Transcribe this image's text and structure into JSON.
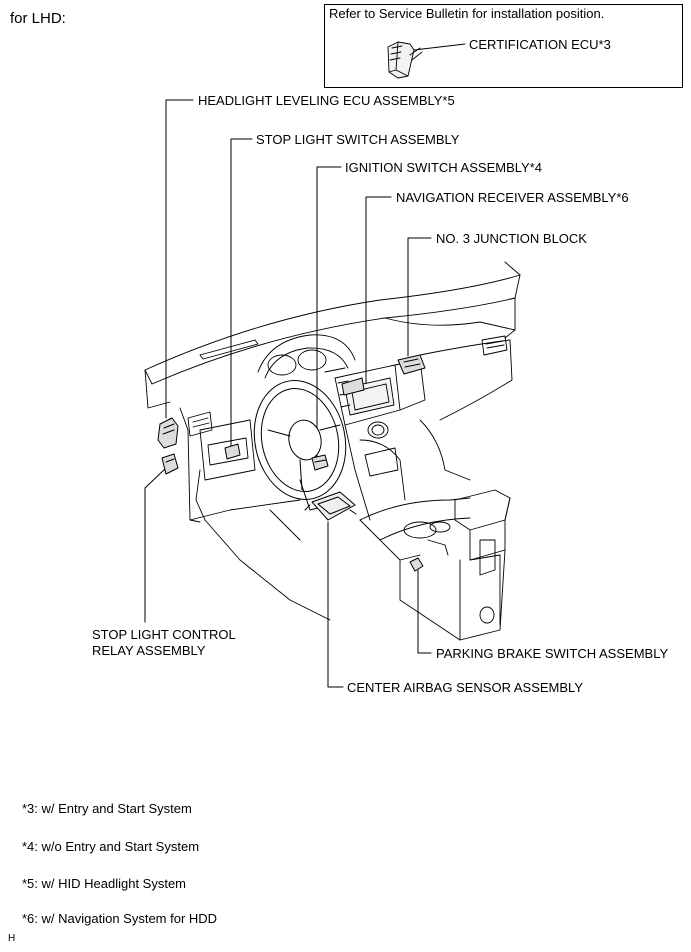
{
  "header": "for LHD:",
  "inset": {
    "note": "Refer to Service Bulletin for installation position.",
    "label": "CERTIFICATION ECU*3"
  },
  "labels": {
    "headlight_leveling": "HEADLIGHT LEVELING ECU ASSEMBLY*5",
    "stop_light_switch": "STOP LIGHT SWITCH ASSEMBLY",
    "ignition_switch": "IGNITION SWITCH ASSEMBLY*4",
    "navigation_receiver": "NAVIGATION RECEIVER ASSEMBLY*6",
    "junction_block": "NO. 3 JUNCTION BLOCK",
    "stop_light_relay_1": "STOP LIGHT CONTROL",
    "stop_light_relay_2": "RELAY ASSEMBLY",
    "parking_brake": "PARKING BRAKE SWITCH ASSEMBLY",
    "center_airbag": "CENTER AIRBAG SENSOR ASSEMBLY"
  },
  "footnotes": [
    "*3: w/ Entry and Start System",
    "*4: w/o Entry and Start System",
    "*5: w/ HID Headlight System",
    "*6: w/ Navigation System for HDD"
  ],
  "corner_mark": "H"
}
